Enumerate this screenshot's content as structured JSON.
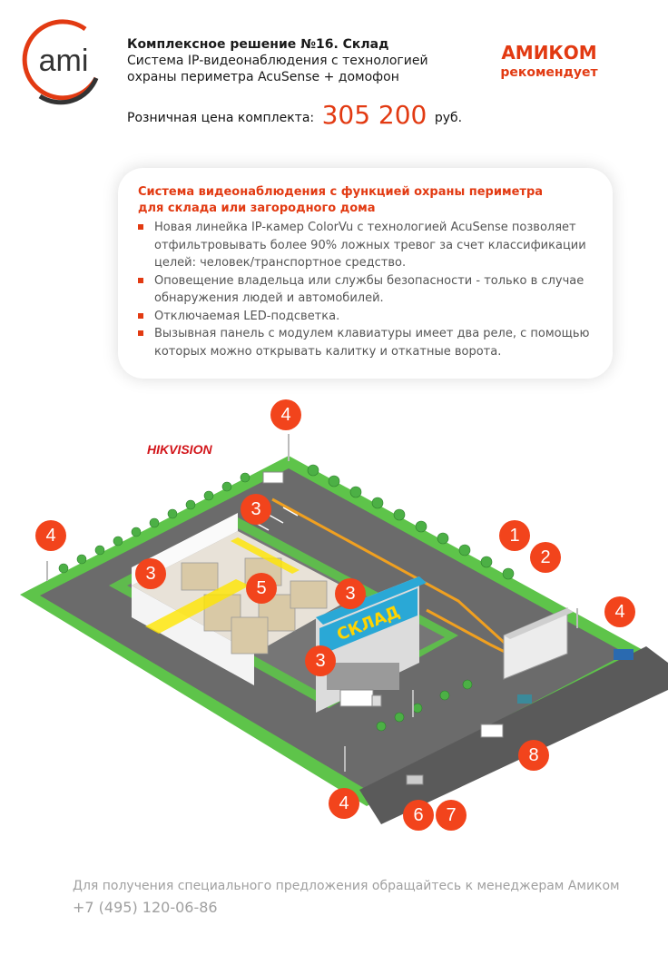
{
  "header": {
    "title": "Комплексное решение №16. Склад",
    "subtitle_line1": "Система IP-видеонаблюдения с технологией",
    "subtitle_line2": "охраны периметра AcuSense + домофон",
    "price_label": "Розничная цена комплекта:",
    "price_value": "305 200",
    "price_currency": "руб."
  },
  "logo": {
    "text": "ami"
  },
  "brand": {
    "name": "АМИКОМ",
    "recommends": "рекомендует"
  },
  "feature_card": {
    "title_line1": "Система видеонаблюдения с функцией охраны периметра",
    "title_line2": "для склада или загородного дома",
    "items": [
      {
        "line1": "Новая линейка IP-камер ColorVu с технологией AcuSense позволяет",
        "line2": "отфильтровывать более 90% ложных тревог за счет классификации",
        "line3": "целей: человек/транспортное средство."
      },
      {
        "line1": "Оповещение владельца или службы безопасности - только в случае",
        "line2": "обнаружения людей и автомобилей.",
        "line3": ""
      },
      {
        "line1": "Отключаемая LED-подсветка.",
        "line2": "",
        "line3": ""
      },
      {
        "line1": "Вызывная панель с модулем клавиатуры имеет два реле, с помощью",
        "line2": "которых можно открывать калитку и откатные ворота.",
        "line3": ""
      }
    ]
  },
  "illustration": {
    "vendor_logo": "HIKVISION",
    "building_sign": "СКЛАД",
    "markers": [
      "4",
      "3",
      "4",
      "3",
      "5",
      "3",
      "3",
      "1",
      "2",
      "4",
      "8",
      "4",
      "6",
      "7"
    ]
  },
  "footer": {
    "note": "Для получения специального предложения обращайтесь к менеджерам Амиком",
    "phone": "+7 (495) 120-06-86"
  },
  "colors": {
    "accent": "#e23a12",
    "marker": "#f2441c",
    "grass": "#5ec44a",
    "road": "#6b6b6b",
    "building": "#2aa8d6"
  }
}
